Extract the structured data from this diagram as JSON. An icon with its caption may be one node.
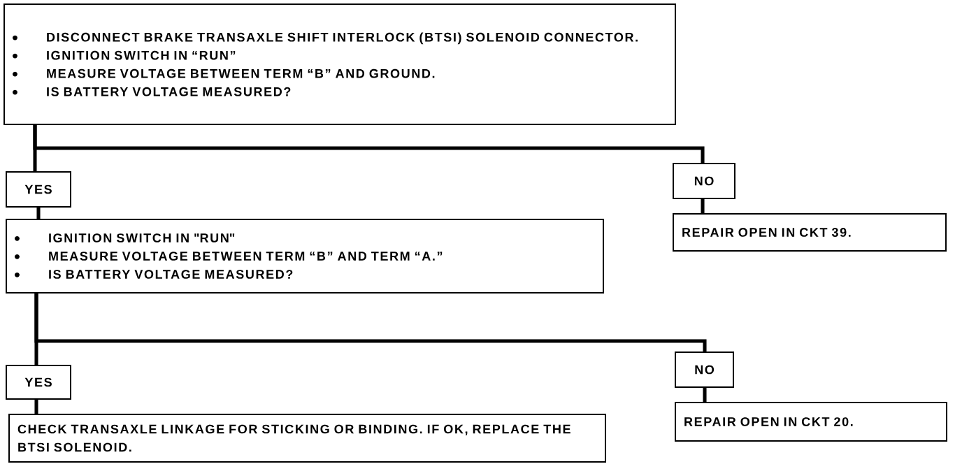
{
  "diagram": {
    "nodes": [
      {
        "text": [
          "DISCONNECT BRAKE TRANSAXLE SHIFT INTERLOCK (BTSI) SOLENOID CONNECTOR.",
          "IGNITION SWITCH IN “RUN”",
          "MEASURE VOLTAGE BETWEEN TERM “B” AND GROUND.",
          "IS BATTERY VOLTAGE MEASURED?"
        ]
      },
      {
        "text": [
          "YES"
        ]
      },
      {
        "text": [
          "NO"
        ]
      },
      {
        "text": [
          "REPAIR OPEN IN CKT 39."
        ]
      },
      {
        "text": [
          "IGNITION SWITCH IN \"RUN\"",
          "MEASURE VOLTAGE BETWEEN TERM “B” AND TERM “A.”",
          "IS BATTERY VOLTAGE MEASURED?"
        ]
      },
      {
        "text": [
          "YES"
        ]
      },
      {
        "text": [
          "NO"
        ]
      },
      {
        "text": [
          "CHECK TRANSAXLE LINKAGE FOR STICKING OR BINDING.  IF OK, REPLACE THE BTSI SOLENOID."
        ]
      },
      {
        "text": [
          "REPAIR OPEN IN CKT 20."
        ]
      }
    ],
    "edges": [
      {
        "from": 0,
        "to": 1,
        "arrow": "none"
      },
      {
        "from": 0,
        "to": 2,
        "arrow": "none"
      },
      {
        "from": 1,
        "to": 4,
        "arrow": "none"
      },
      {
        "from": 2,
        "to": 3,
        "arrow": "none"
      },
      {
        "from": 4,
        "to": 5,
        "arrow": "none"
      },
      {
        "from": 4,
        "to": 6,
        "arrow": "none"
      },
      {
        "from": 5,
        "to": 7,
        "arrow": "none"
      },
      {
        "from": 6,
        "to": 8,
        "arrow": "none"
      }
    ]
  }
}
